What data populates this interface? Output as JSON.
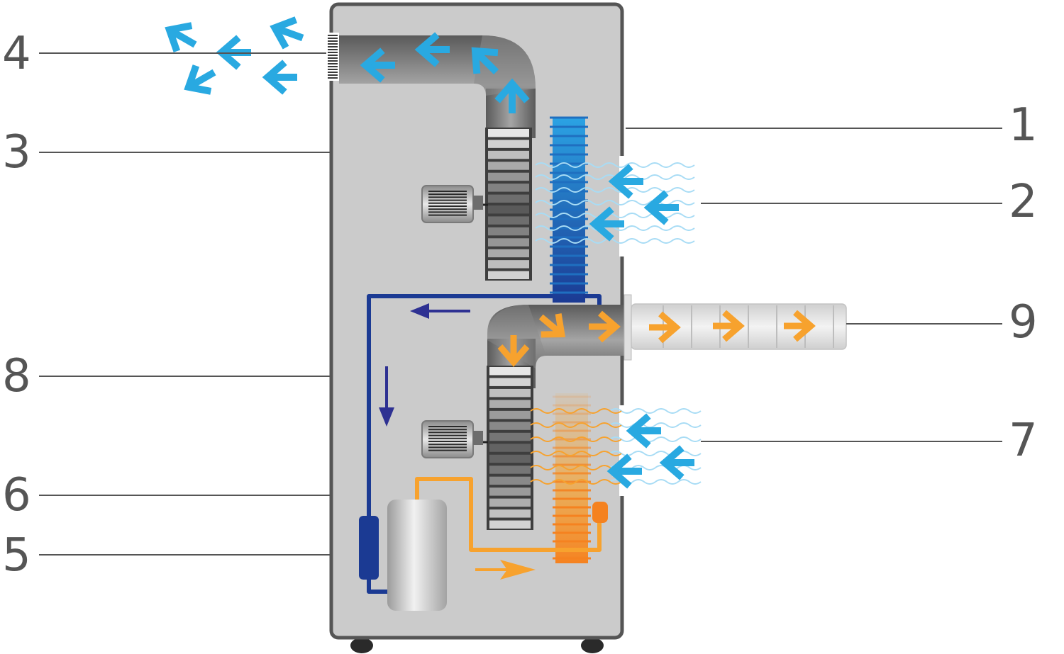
{
  "callouts": [
    {
      "id": "c1",
      "label": "1"
    },
    {
      "id": "c2",
      "label": "2"
    },
    {
      "id": "c3",
      "label": "3"
    },
    {
      "id": "c4",
      "label": "4"
    },
    {
      "id": "c5",
      "label": "5"
    },
    {
      "id": "c6",
      "label": "6"
    },
    {
      "id": "c7",
      "label": "7"
    },
    {
      "id": "c8",
      "label": "8"
    },
    {
      "id": "c9",
      "label": "9"
    }
  ],
  "colors": {
    "cabinet_fill": "#cbcbcb",
    "cabinet_border": "#555555",
    "cold_air": "#29a9e1",
    "warm_air": "#f7a22e",
    "refrigerant_cold": "#1b3a93",
    "refrigerant_hot": "#f7a22e",
    "duct": "#6f6f6f",
    "callout_text": "#555555",
    "leader_line": "#555555"
  },
  "icons": [
    "fan-motor-icon",
    "fan-icon",
    "arrow-icon",
    "wave-icon",
    "compressor-icon",
    "wheel-icon"
  ]
}
